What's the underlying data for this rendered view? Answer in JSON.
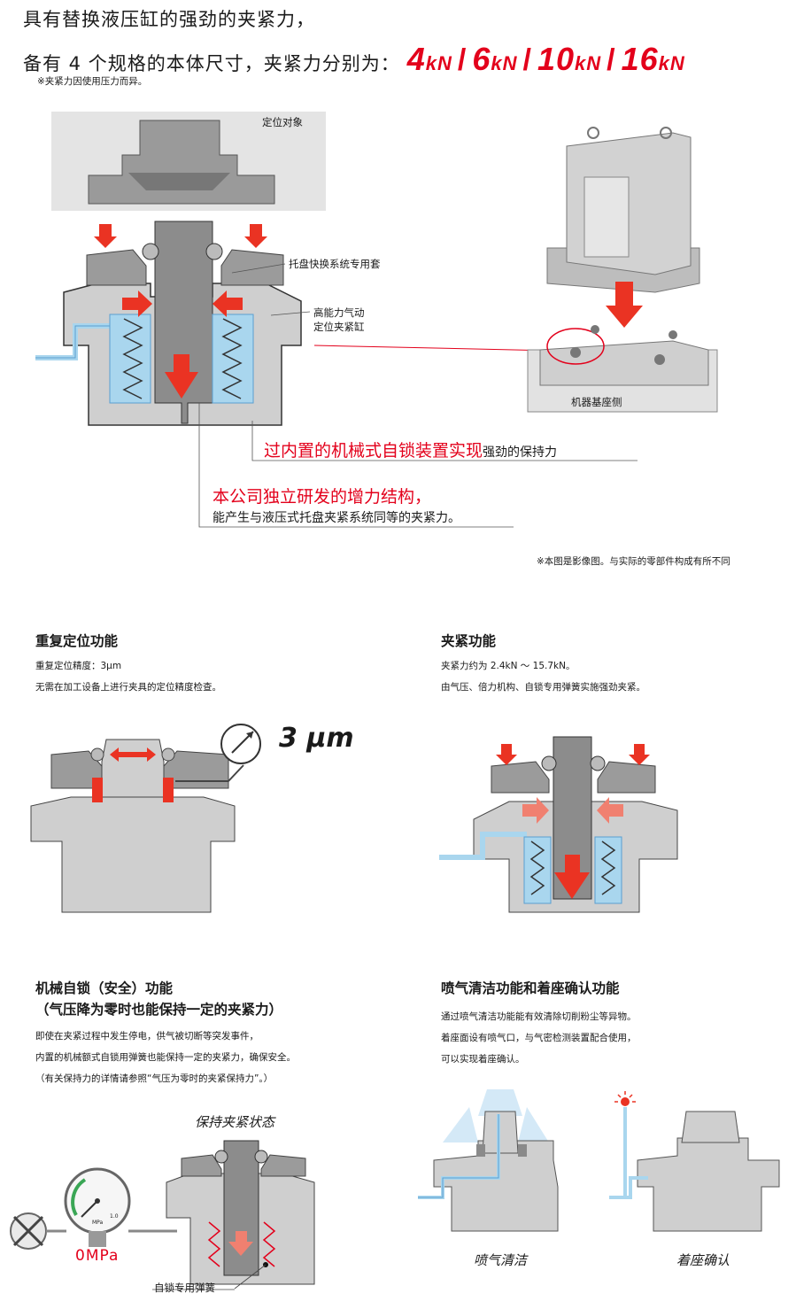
{
  "header": {
    "line1": "具有替换液压缸的强劲的夹紧力，",
    "line2_prefix": "备有 4 个规格的本体尺寸，夹紧力分别为：",
    "forces": [
      {
        "num": "4",
        "unit": "kN"
      },
      {
        "num": "6",
        "unit": "kN"
      },
      {
        "num": "10",
        "unit": "kN"
      },
      {
        "num": "16",
        "unit": "kN"
      }
    ],
    "slash": "/",
    "note": "※夹紧力因使用压力而异。"
  },
  "main_diagram": {
    "label_target": "定位对象",
    "label_sleeve": "托盘快换系统专用套",
    "label_cylinder_1": "高能力气动",
    "label_cylinder_2": "定位夹紧缸",
    "label_base": "机器基座侧",
    "callout1_red": "过内置的机械式自锁装置实现",
    "callout1_black": "强劲的保持力",
    "callout2_red": "本公司独立研发的增力结构，",
    "callout2_black": "能产生与液压式托盘夹紧系统同等的夹紧力。",
    "image_note": "※本图是影像图。与实际的零部件构成有所不同"
  },
  "sections": {
    "repeat": {
      "title": "重复定位功能",
      "body": [
        "重复定位精度：3μm",
        "无需在加工设备上进行夹具的定位精度检查。"
      ],
      "badge": "3 μm"
    },
    "clamp": {
      "title": "夹紧功能",
      "body": [
        "夹紧力约为 2.4kN ～ 15.7kN。",
        "由气压、倍力机构、自锁专用弹簧实施强劲夹紧。"
      ]
    },
    "lock": {
      "title_1": "机械自锁（安全）功能",
      "title_2": "（气压降为零时也能保持一定的夹紧力）",
      "body": [
        "即使在夹紧过程中发生停电，供气被切断等突发事件，",
        "内置的机械额式自锁用弹簧也能保持一定的夹紧力，确保安全。",
        "（有关保持力的详情请参照“气压为零时的夹紧保持力”。）"
      ],
      "state_label": "保持夹紧状态",
      "gauge_value": "0MPa",
      "gauge_unit": "MPa",
      "gauge_max": "1.0",
      "spring_label": "自锁专用弹簧"
    },
    "blow": {
      "title": "喷气清洁功能和着座确认功能",
      "body": [
        "通过喷气清洁功能能有效清除切削粉尘等异物。",
        "着座面设有喷气口，与气密检测装置配合使用，",
        "可以实现着座确认。"
      ],
      "caption_left": "喷气清洁",
      "caption_right": "着座确认"
    }
  },
  "colors": {
    "accent_red": "#e3001b",
    "arrow_red": "#ea3323",
    "air_blue": "#a9d6ee",
    "spring_blue": "#5a9fd0",
    "body_gray": "#cfcfcf",
    "dark_gray": "#8a8a8a"
  }
}
